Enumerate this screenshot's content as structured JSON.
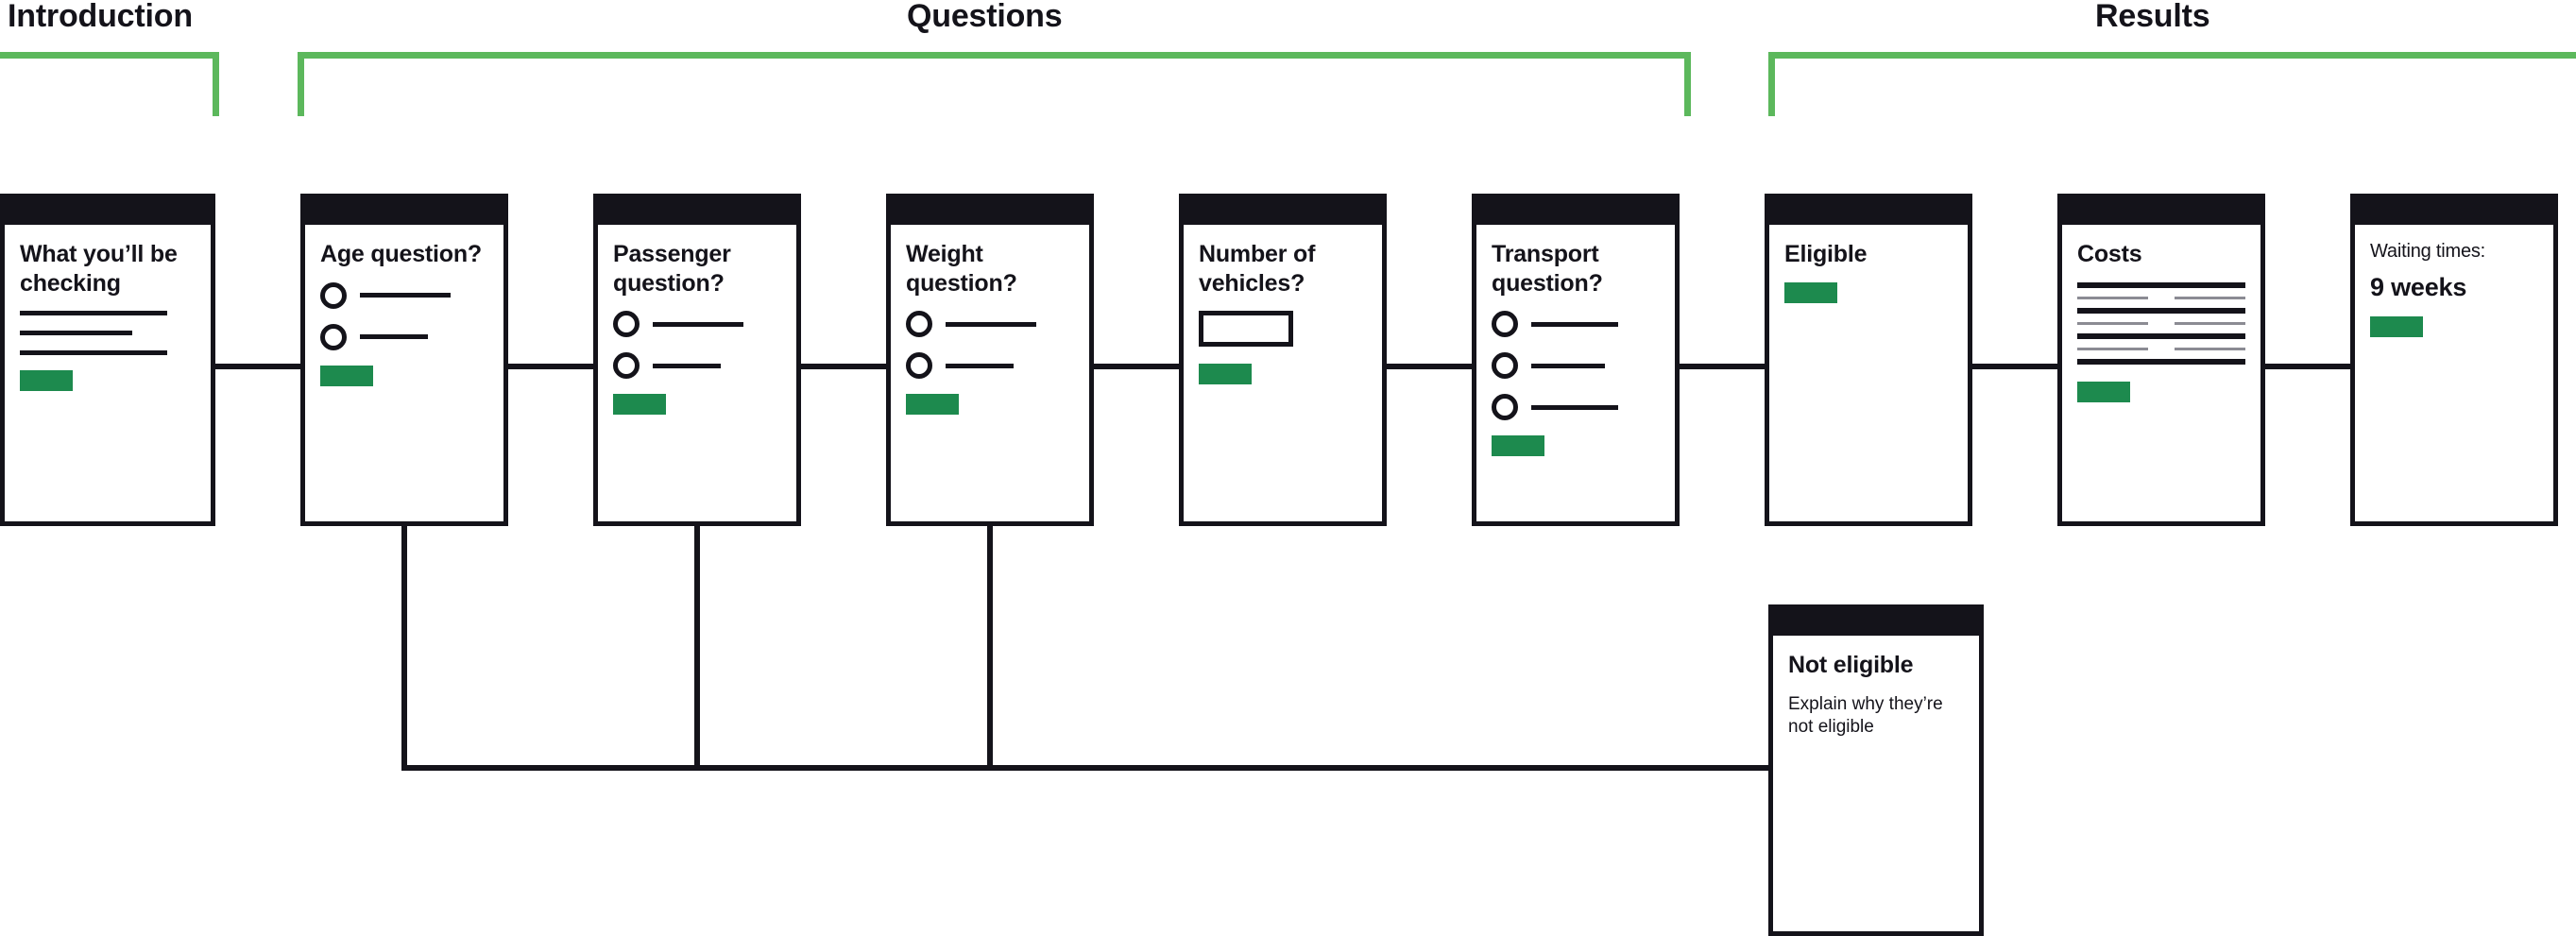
{
  "phases": [
    {
      "id": "introduction",
      "label": "Introduction"
    },
    {
      "id": "questions",
      "label": "Questions"
    },
    {
      "id": "results",
      "label": "Results"
    }
  ],
  "colors": {
    "ink": "#14131a",
    "bracket_green": "#5cb85c",
    "button_green": "#1d8a4e",
    "rule_grey": "#8b8b93",
    "page_background": "#ffffff"
  },
  "cards": [
    {
      "id": "what-youll-be-checking",
      "title": "What you’ll be\nchecking",
      "kind": "intro",
      "placeholder_lines": 3,
      "button": true
    },
    {
      "id": "age-question",
      "title": "Age question?",
      "kind": "radio",
      "options": 2,
      "button": true
    },
    {
      "id": "passenger-question",
      "title": "Passenger\nquestion?",
      "kind": "radio",
      "options": 2,
      "button": true
    },
    {
      "id": "weight-question",
      "title": "Weight\nquestion?",
      "kind": "radio",
      "options": 2,
      "button": true
    },
    {
      "id": "number-of-vehicles",
      "title": "Number of\nvehicles?",
      "kind": "input",
      "input_value": "",
      "button": true
    },
    {
      "id": "transport-question",
      "title": "Transport\nquestion?",
      "kind": "radio",
      "options": 3,
      "button": true
    },
    {
      "id": "eligible",
      "title": "Eligible",
      "kind": "result",
      "button": true
    },
    {
      "id": "costs",
      "title": "Costs",
      "kind": "table",
      "table_rows": 3,
      "button": true
    },
    {
      "id": "waiting-times",
      "title": "Waiting times:",
      "value": "9 weeks",
      "kind": "value",
      "button": true
    },
    {
      "id": "not-eligible",
      "title": "Not eligible",
      "body": "Explain why they’re\nnot eligible",
      "kind": "dead-end",
      "button": false
    }
  ]
}
